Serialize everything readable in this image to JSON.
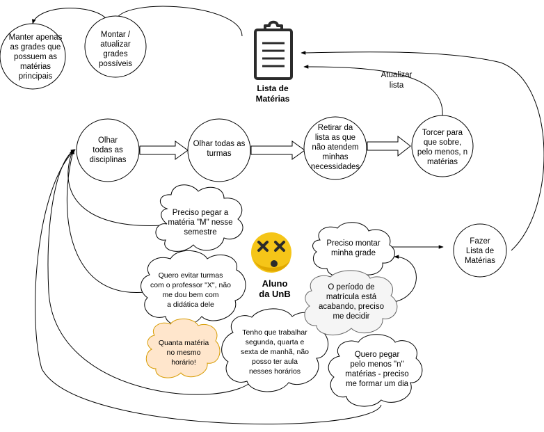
{
  "colors": {
    "stroke": "#000000",
    "background": "#ffffff",
    "cloud_default": "#ffffff",
    "cloud_urgent_fill": "#f5f5f5",
    "cloud_urgent_stroke": "#666666",
    "cloud_warning_fill": "#ffe6cc",
    "cloud_warning_stroke": "#d79b00",
    "emoji_face": "#f5c518",
    "emoji_shade": "#e0a800"
  },
  "icons": {
    "list": "clipboard-list-icon",
    "student": "dizzy-face-emoji-icon"
  },
  "list_icon_label": [
    "Lista de",
    "Matérias"
  ],
  "student_label": [
    "Aluno",
    "da UnB"
  ],
  "nodes": {
    "manter": [
      "Manter apenas",
      "as grades que",
      "possuem as",
      "matérias",
      "principais"
    ],
    "montar": [
      "Montar /",
      "atualizar",
      "grades",
      "possíveis"
    ],
    "olhar_disciplinas": [
      "Olhar",
      "todas as",
      "disciplinas"
    ],
    "olhar_turmas": [
      "Olhar todas as",
      "turmas"
    ],
    "retirar": [
      "Retirar da",
      "lista as que",
      "não atendem",
      "minhas",
      "necessidades"
    ],
    "torcer": [
      "Torcer para",
      "que sobre,",
      "pelo menos, n",
      "matérias"
    ],
    "fazer": [
      "Fazer",
      "Lista de",
      "Matérias"
    ]
  },
  "edge_labels": {
    "atualizar": [
      "Atualizar",
      "lista"
    ]
  },
  "clouds": {
    "precisa_pegar": [
      "Preciso pegar a",
      "matéria \"M\" nesse",
      "semestre"
    ],
    "evitar_turmas": [
      "Quero evitar turmas",
      "com o professor \"X\", não",
      "me dou bem com",
      "a didática dele"
    ],
    "quanta_materia": [
      "Quanta matéria",
      "no mesmo",
      "horário!"
    ],
    "trabalhar": [
      "Tenho que trabalhar",
      "segunda, quarta e",
      "sexta de manhã, não",
      "posso ter aula",
      "nesses horários"
    ],
    "montar_grade": [
      "Preciso montar",
      "minha grade"
    ],
    "periodo": [
      "O período de",
      "matrícula está",
      "acabando, preciso",
      "me decidir"
    ],
    "quero_pegar": [
      "Quero pegar",
      "pelo menos \"n\"",
      "matérias - preciso",
      "me formar um dia"
    ]
  }
}
